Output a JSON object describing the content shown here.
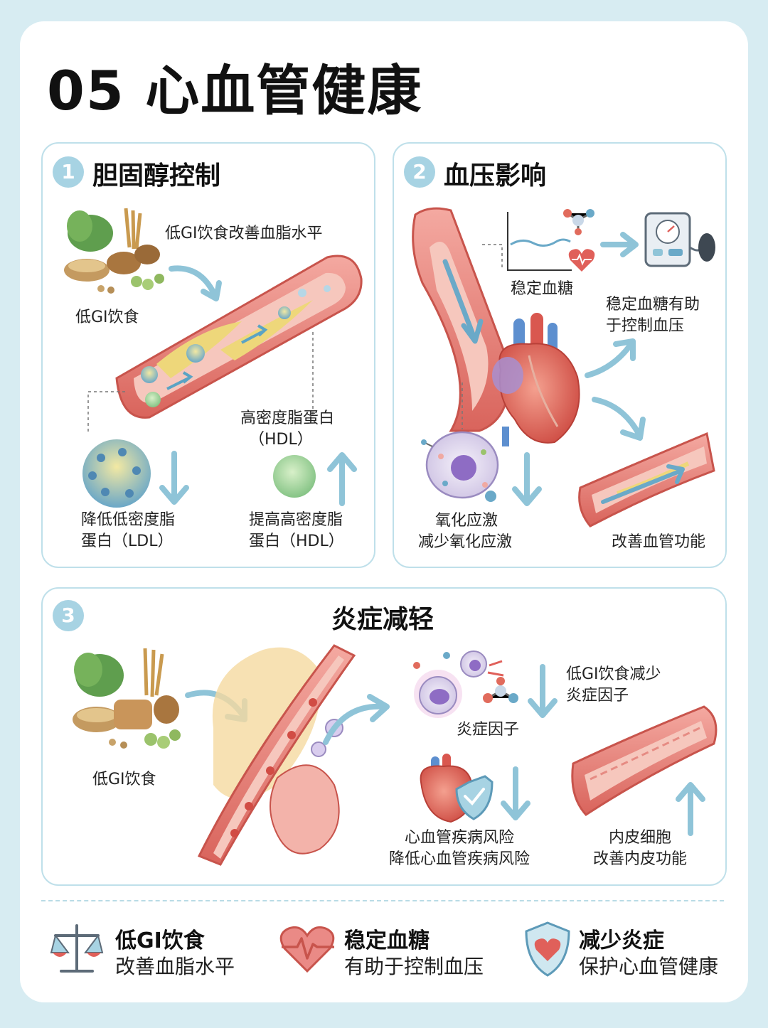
{
  "title": "05 心血管健康",
  "colors": {
    "background": "#d7ecf2",
    "panel_border": "#bfe0ea",
    "badge": "#a7d3e3",
    "arrow": "#8fc4d8",
    "vessel": "#e8837b"
  },
  "panel1": {
    "number": "1",
    "title": "胆固醇控制",
    "caption_top": "低GI饮食改善血脂水平",
    "food_label": "低GI饮食",
    "hdl_label_1": "高密度脂蛋白",
    "hdl_label_2": "（HDL）",
    "ldl_effect_1": "降低低密度脂",
    "ldl_effect_2": "蛋白（LDL）",
    "hdl_effect_1": "提高高密度脂",
    "hdl_effect_2": "蛋白（HDL）"
  },
  "panel2": {
    "number": "2",
    "title": "血压影响",
    "glucose_label": "稳定血糖",
    "bp_label_1": "稳定血糖有助",
    "bp_label_2": "于控制血压",
    "oxidative_1": "氧化应激",
    "oxidative_2": "减少氧化应激",
    "vessel_label": "改善血管功能"
  },
  "panel3": {
    "number": "3",
    "title": "炎症减轻",
    "food_label": "低GI饮食",
    "inflam_label_1": "低GI饮食减少",
    "inflam_label_2": "炎症因子",
    "factor_label": "炎症因子",
    "cvd_label_1": "心血管疾病风险",
    "cvd_label_2": "降低心血管疾病风险",
    "endo_label_1": "内皮细胞",
    "endo_label_2": "改善内皮功能"
  },
  "footer": [
    {
      "icon": "balance-scale-icon",
      "title": "低GI饮食",
      "subtitle": "改善血脂水平"
    },
    {
      "icon": "heart-pulse-icon",
      "title": "稳定血糖",
      "subtitle": "有助于控制血压"
    },
    {
      "icon": "heart-shield-icon",
      "title": "减少炎症",
      "subtitle": "保护心血管健康"
    }
  ]
}
